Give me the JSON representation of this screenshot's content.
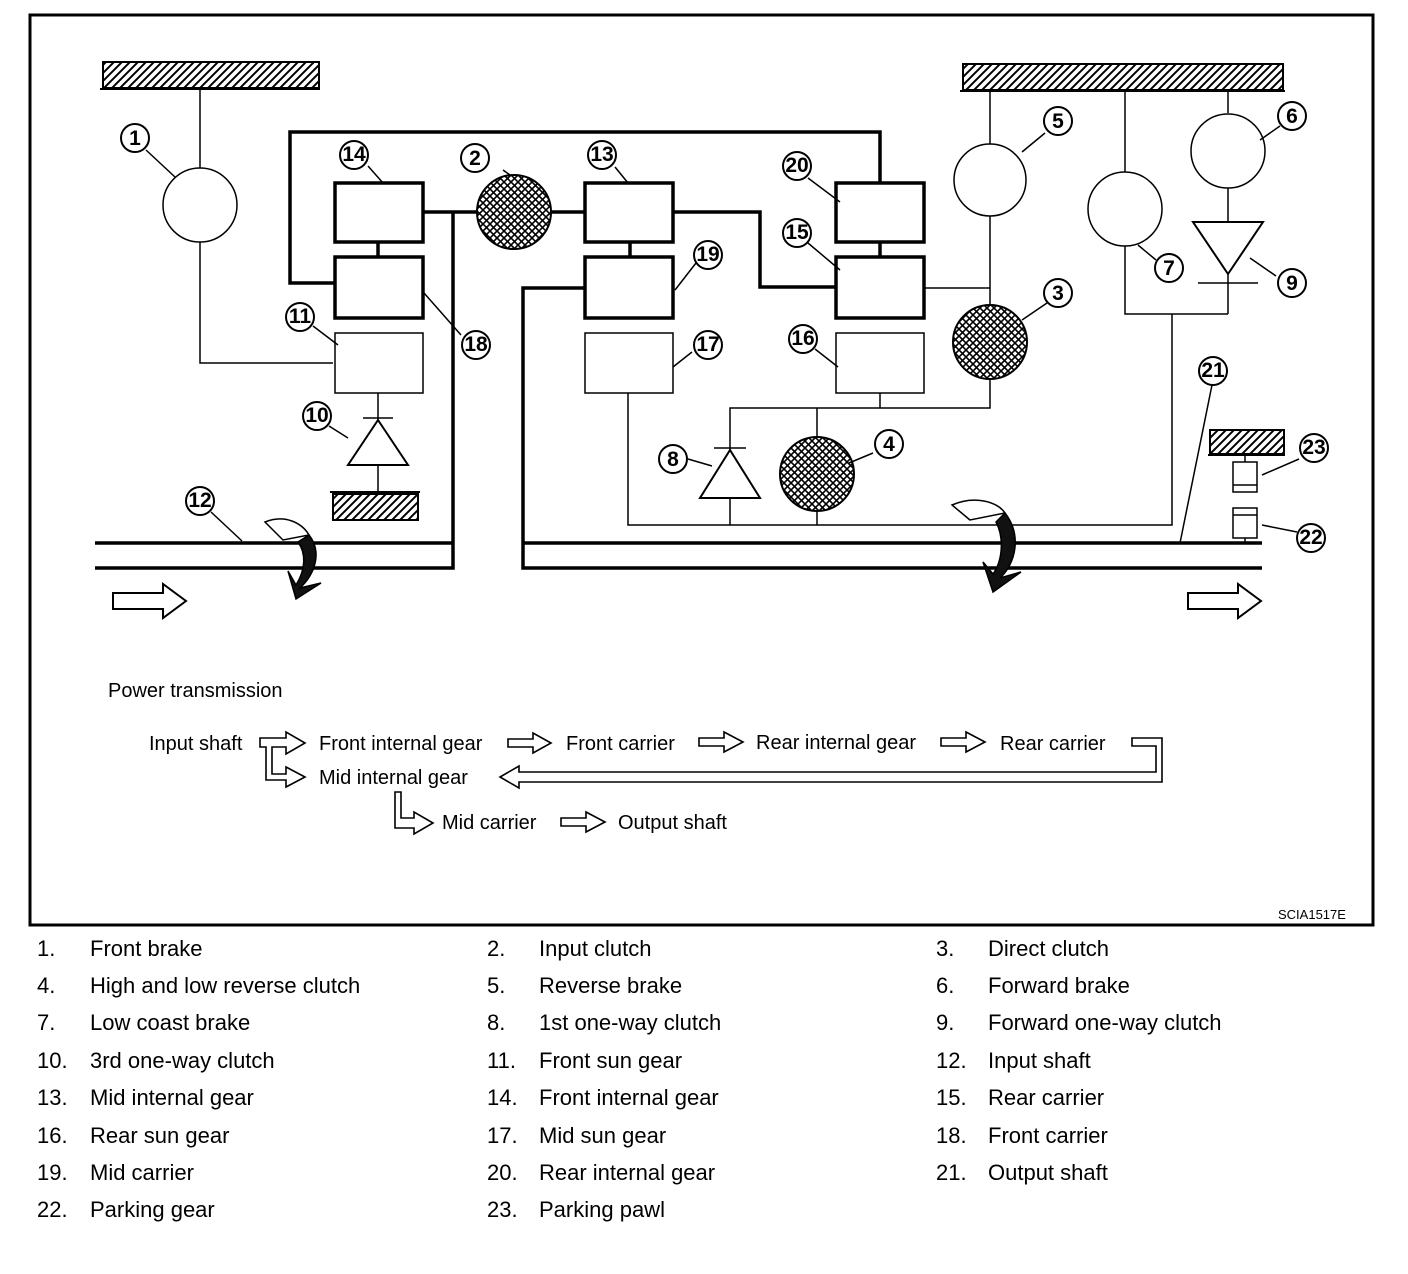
{
  "diagram": {
    "figure_code": "SCIA1517E",
    "callouts": [
      "1",
      "2",
      "3",
      "4",
      "5",
      "6",
      "7",
      "8",
      "9",
      "10",
      "11",
      "12",
      "13",
      "14",
      "15",
      "16",
      "17",
      "18",
      "19",
      "20",
      "21",
      "22",
      "23"
    ],
    "power_transmission": {
      "title": "Power transmission",
      "steps": [
        "Input shaft",
        "Front internal gear",
        "Front carrier",
        "Rear internal gear",
        "Rear carrier",
        "Mid internal gear",
        "Mid carrier",
        "Output shaft"
      ]
    }
  },
  "legend": [
    {
      "num": "1.",
      "label": "Front brake"
    },
    {
      "num": "2.",
      "label": "Input clutch"
    },
    {
      "num": "3.",
      "label": "Direct clutch"
    },
    {
      "num": "4.",
      "label": "High and low reverse clutch"
    },
    {
      "num": "5.",
      "label": "Reverse brake"
    },
    {
      "num": "6.",
      "label": "Forward brake"
    },
    {
      "num": "7.",
      "label": "Low coast brake"
    },
    {
      "num": "8.",
      "label": "1st one-way clutch"
    },
    {
      "num": "9.",
      "label": "Forward one-way clutch"
    },
    {
      "num": "10.",
      "label": "3rd one-way clutch"
    },
    {
      "num": "11.",
      "label": "Front sun gear"
    },
    {
      "num": "12.",
      "label": "Input shaft"
    },
    {
      "num": "13.",
      "label": "Mid internal gear"
    },
    {
      "num": "14.",
      "label": "Front internal gear"
    },
    {
      "num": "15.",
      "label": "Rear carrier"
    },
    {
      "num": "16.",
      "label": "Rear sun gear"
    },
    {
      "num": "17.",
      "label": "Mid sun gear"
    },
    {
      "num": "18.",
      "label": "Front carrier"
    },
    {
      "num": "19.",
      "label": "Mid carrier"
    },
    {
      "num": "20.",
      "label": "Rear internal gear"
    },
    {
      "num": "21.",
      "label": "Output shaft"
    },
    {
      "num": "22.",
      "label": "Parking gear"
    },
    {
      "num": "23.",
      "label": "Parking pawl"
    }
  ]
}
